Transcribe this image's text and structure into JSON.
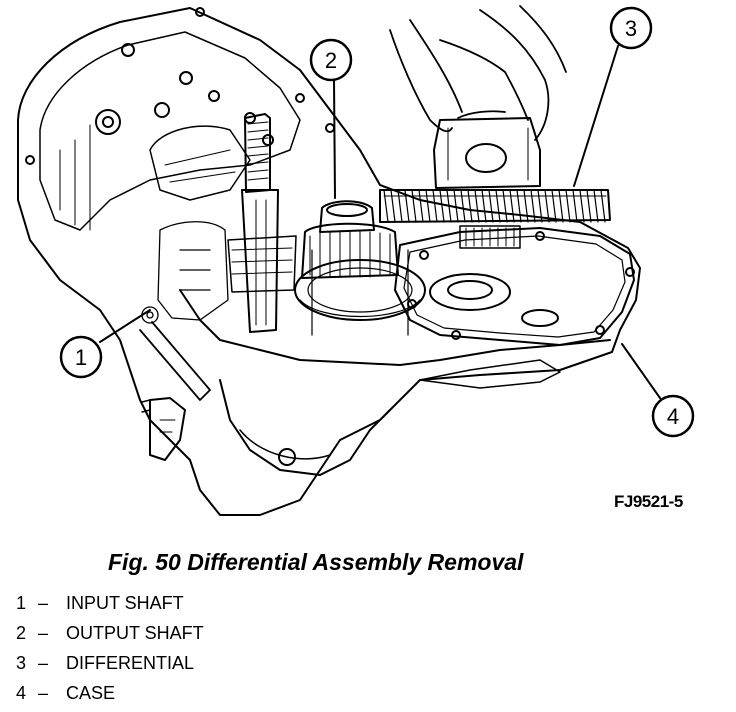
{
  "callouts": [
    {
      "number": "1"
    },
    {
      "number": "2"
    },
    {
      "number": "3"
    },
    {
      "number": "4"
    }
  ],
  "figure_code": "FJ9521-5",
  "caption": "Fig. 50 Differential Assembly Removal",
  "legend": [
    {
      "number": "1",
      "separator": "–",
      "label": "INPUT SHAFT"
    },
    {
      "number": "2",
      "separator": "–",
      "label": "OUTPUT SHAFT"
    },
    {
      "number": "3",
      "separator": "–",
      "label": "DIFFERENTIAL"
    },
    {
      "number": "4",
      "separator": "–",
      "label": "CASE"
    }
  ]
}
